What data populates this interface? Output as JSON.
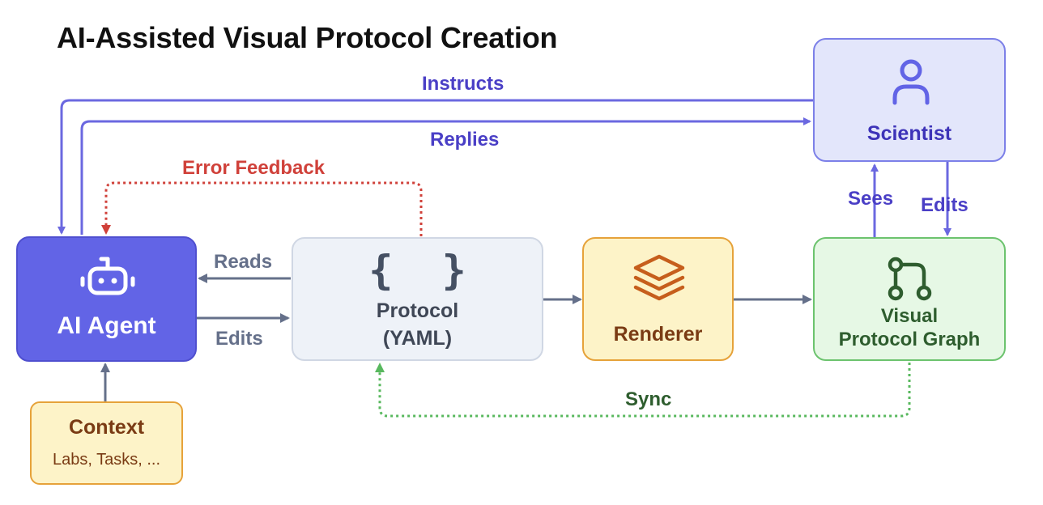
{
  "title": "AI-Assisted Visual Protocol Creation",
  "nodes": {
    "scientist": {
      "label": "Scientist",
      "icon": "person-icon"
    },
    "ai_agent": {
      "label": "AI Agent",
      "icon": "robot-icon"
    },
    "protocol": {
      "line1": "Protocol",
      "line2": "(YAML)",
      "icon_text": "{  }"
    },
    "renderer": {
      "label": "Renderer",
      "icon": "layers-icon"
    },
    "graph": {
      "line1": "Visual",
      "line2": "Protocol Graph",
      "icon": "git-branch-icon"
    },
    "context": {
      "title": "Context",
      "subtitle": "Labs, Tasks, ..."
    }
  },
  "edges": {
    "instructs": "Instructs",
    "replies": "Replies",
    "error_feedback": "Error Feedback",
    "reads": "Reads",
    "edits_agent": "Edits",
    "sees": "Sees",
    "edits_scientist": "Edits",
    "sync": "Sync"
  },
  "colors": {
    "indigo": "#4A3FC6",
    "indigo_line": "#6B68E0",
    "agent_fill": "#6264E6",
    "slate": "#65708A",
    "red": "#D0413A",
    "green": "#58B85E",
    "green_text": "#2E5D2E",
    "orange_border": "#E6A23A",
    "orange_fill": "#FDF3C8",
    "brown": "#7A3B14",
    "green_fill": "#E6F8E5",
    "scientist_fill": "#E3E6FB",
    "protocol_fill": "#EEF2F8"
  }
}
